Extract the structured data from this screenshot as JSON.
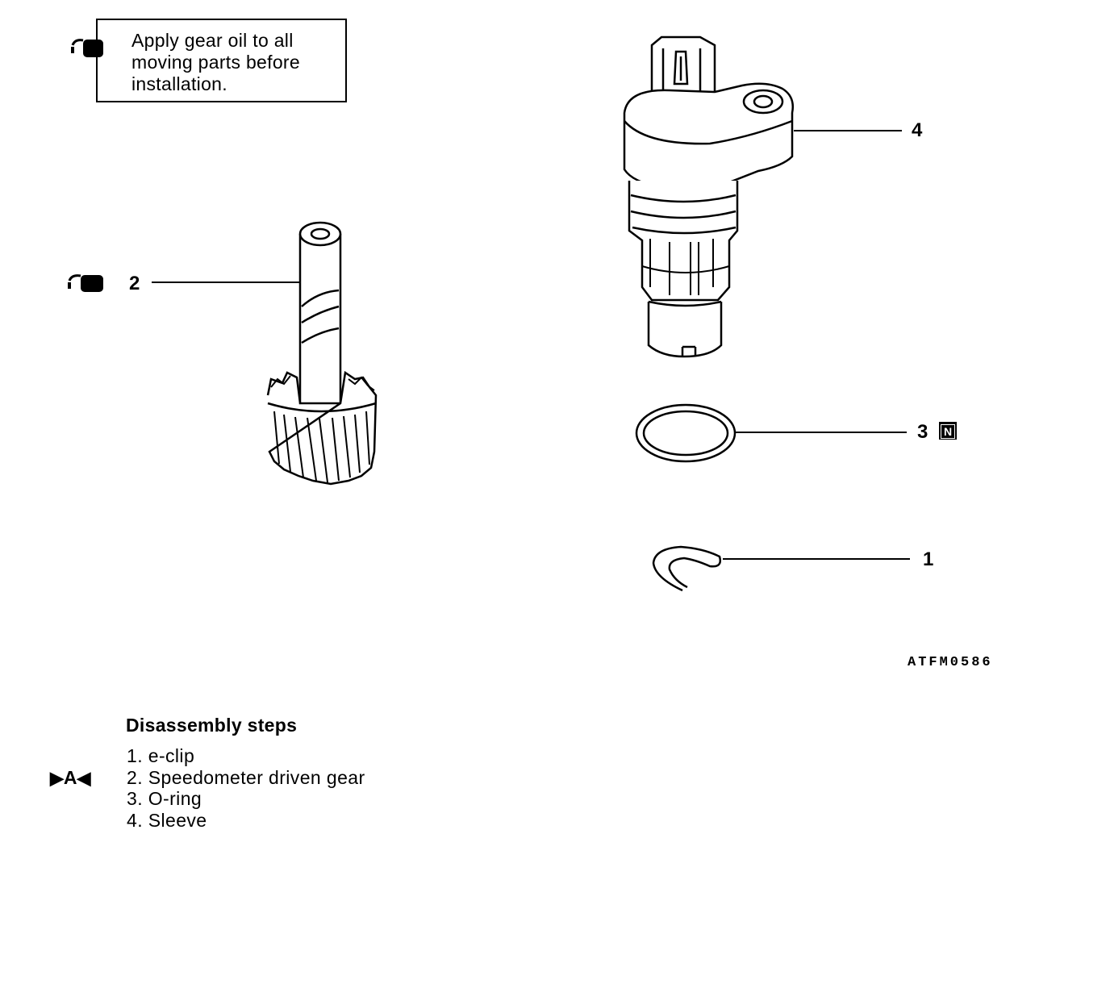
{
  "note": {
    "text_lines": [
      "Apply gear oil to all",
      "moving parts before",
      "installation."
    ],
    "icon": "oil-can-icon"
  },
  "callouts": {
    "c1": "1",
    "c2": "2",
    "c3": "3",
    "c4": "4",
    "new_part_badge": "N"
  },
  "figure_id": "ATFM0586",
  "steps": {
    "title": "Disassembly steps",
    "items": [
      "1. e-clip",
      "2. Speedometer driven gear",
      "3. O-ring",
      "4. Sleeve"
    ],
    "marker": {
      "left": "▶",
      "letter": "A",
      "right": "◀"
    }
  }
}
